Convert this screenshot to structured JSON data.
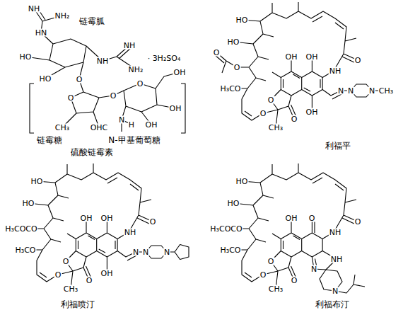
{
  "diagram": {
    "labels": [
      "NH",
      "NH₂",
      "链霉胍",
      "HN",
      "HO",
      "NH",
      "NH",
      "NH₂",
      "· 3H₂SO₄",
      "HO",
      "O",
      "O",
      "O",
      "O",
      "OH",
      "OH",
      "CH₃",
      "OHC",
      "N",
      "H",
      "OH",
      "链霉糖",
      "N-甲基葡萄糖",
      "硫酸链霉素",
      "HO",
      "HO",
      "O",
      "O",
      "H₃CO",
      "OH",
      "OH",
      "O",
      "NH",
      "O",
      "O",
      "O",
      "CH₃",
      "OH",
      "N",
      "N",
      "N",
      "CH₃",
      "利福平",
      "HO",
      "HO",
      "H₃COCO",
      "H₃CO",
      "OH",
      "OH",
      "O",
      "NH",
      "O",
      "O",
      "O",
      "CH₃",
      "OH",
      "N",
      "N",
      "N",
      "利福喷汀",
      "HO",
      "HO",
      "H₃COCO",
      "H₃CO",
      "OH",
      "O",
      "O",
      "NH",
      "O",
      "O",
      "O",
      "CH₃",
      "NH",
      "N",
      "N",
      "利福布汀"
    ]
  }
}
